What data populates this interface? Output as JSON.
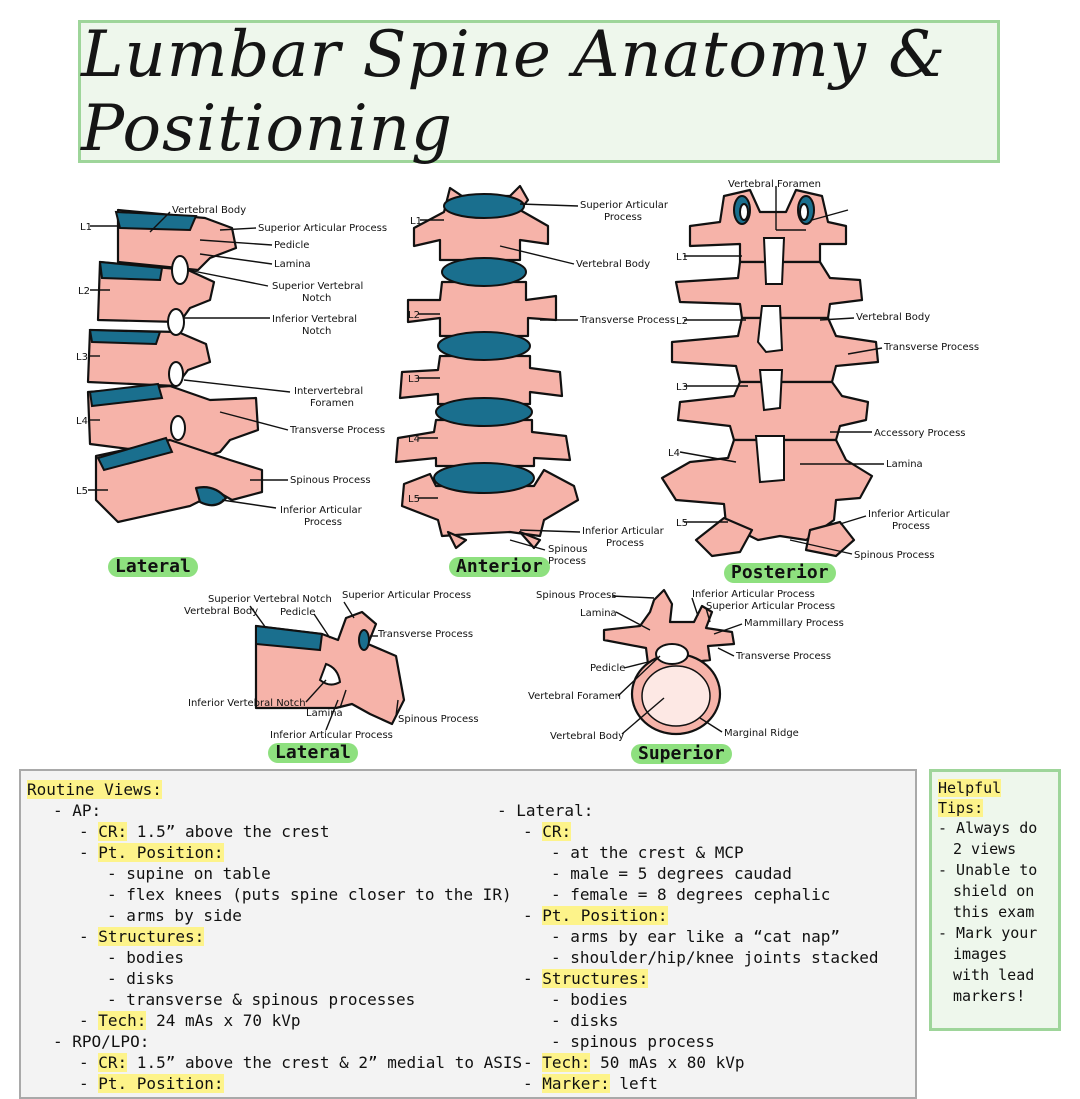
{
  "title": "Lumbar Spine Anatomy & Positioning",
  "views": {
    "lateral_main": {
      "tag": "Lateral",
      "levels": [
        "L1",
        "L2",
        "L3",
        "L4",
        "L5"
      ],
      "labels": [
        "Vertebral Body",
        "Superior Articular Process",
        "Pedicle",
        "Lamina",
        "Superior Vertebral",
        "Notch",
        "Inferior Vertebral",
        "Notch",
        "Intervertebral",
        "Foramen",
        "Transverse Process",
        "Spinous Process",
        "Inferior Articular",
        "Process"
      ]
    },
    "anterior": {
      "tag": "Anterior",
      "levels": [
        "L1",
        "L2",
        "L3",
        "L4",
        "L5"
      ],
      "labels": [
        "Superior Articular",
        "Process",
        "Vertebral Body",
        "Transverse Process",
        "Inferior Articular",
        "Process",
        "Spinous",
        "Process"
      ]
    },
    "posterior": {
      "tag": "Posterior",
      "levels": [
        "L1",
        "L2",
        "L3",
        "L4",
        "L5"
      ],
      "labels": [
        "Vertebral Foramen",
        "Vertebral Body",
        "Transverse Process",
        "Accessory Process",
        "Lamina",
        "Inferior Articular",
        "Process",
        "Spinous Process"
      ]
    },
    "lateral_single": {
      "tag": "Lateral",
      "labels": [
        "Superior Vertebral Notch",
        "Vertebral Body",
        "Pedicle",
        "Superior Articular Process",
        "Transverse Process",
        "Inferior Vertebral Notch",
        "Lamina",
        "Spinous Process",
        "Inferior Articular Process"
      ]
    },
    "superior": {
      "tag": "Superior",
      "labels": [
        "Spinous Process",
        "Lamina",
        "Inferior Articular Process",
        "Superior Articular Process",
        "Mammillary Process",
        "Transverse Process",
        "Pedicle",
        "Vertebral Foramen",
        "Vertebral Body",
        "Marginal Ridge"
      ]
    }
  },
  "routine": {
    "heading": "Routine Views:",
    "ap_heading": "- AP:",
    "ap": {
      "cr_label": "CR:",
      "cr_text": " 1.5” above the crest",
      "pos_label": "Pt. Position:",
      "pos_items": [
        "- supine on table",
        "- flex knees (puts spine closer to the IR)",
        "- arms by side"
      ],
      "struct_label": "Structures:",
      "struct_items": [
        "- bodies",
        "- disks",
        "- transverse & spinous processes"
      ],
      "tech_label": "Tech:",
      "tech_text": " 24 mAs x 70 kVp"
    },
    "rpo_heading": "- RPO/LPO:",
    "rpo": {
      "cr_label": "CR:",
      "cr_text": " 1.5” above the crest & 2” medial to ASIS",
      "pos_label": "Pt. Position:"
    },
    "lat_heading": "- Lateral:",
    "lat": {
      "cr_label": "CR:",
      "cr_items": [
        "- at the crest & MCP",
        "- male = 5 degrees caudad",
        "- female = 8 degrees cephalic"
      ],
      "pos_label": "Pt. Position:",
      "pos_items": [
        "- arms by ear like a “cat nap”",
        "- shoulder/hip/knee joints stacked"
      ],
      "struct_label": "Structures:",
      "struct_items": [
        "- bodies",
        "- disks",
        "- spinous process"
      ],
      "tech_label": "Tech:",
      "tech_text": " 50 mAs x 80 kVp",
      "marker_label": "Marker:",
      "marker_text": " left"
    }
  },
  "tips": {
    "heading": "Helpful Tips:",
    "items": [
      "- Always do 2 views",
      "- Unable to shield on this exam",
      "- Mark your images with lead markers!"
    ]
  },
  "colors": {
    "bone": "#f6b3a9",
    "disk": "#1a6f8e",
    "tag": "#8ee07f",
    "highlight": "#fdf38a"
  }
}
